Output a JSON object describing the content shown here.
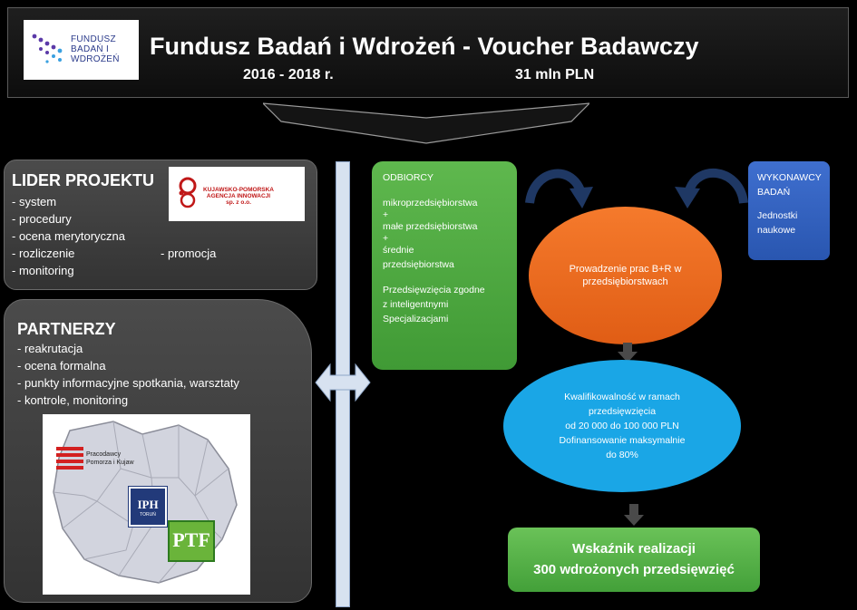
{
  "header": {
    "logo_lines": [
      "FUNDUSZ",
      "BADAŃ I",
      "WDROŻEŃ"
    ],
    "title": "Fundusz Badań i Wdrożeń - Voucher Badawczy",
    "years": "2016 - 2018 r.",
    "budget": "31 mln PLN"
  },
  "lider": {
    "title": "LIDER PROJEKTU",
    "items": [
      "- system",
      "- procedury",
      "- ocena merytoryczna",
      "- rozliczenie",
      "- monitoring"
    ],
    "extra": "- promocja",
    "logo_lines": [
      "KUJAWSKO-POMORSKA",
      "AGENCJA INNOWACJI",
      "sp. z o.o."
    ]
  },
  "partnerzy": {
    "title": "PARTNERZY",
    "items": [
      "- reakrutacja",
      "- ocena formalna",
      "- punkty informacyjne spotkania, warsztaty",
      "- kontrole, monitoring"
    ],
    "logo1_lines": [
      "Pracodawcy",
      "Pomorza i Kujaw"
    ],
    "logo2": "IPH",
    "logo2_sub": "TORUŃ",
    "logo3": "PTF"
  },
  "odbiorcy": {
    "title": "ODBIORCY",
    "lines": [
      "mikroprzedsiębiorstwa",
      "+",
      "małe przedsiębiorstwa",
      "+",
      "średnie",
      "przedsiębiorstwa",
      "",
      "Przedsięwzięcia zgodne",
      "z inteligentnymi",
      "Specjalizacjami"
    ]
  },
  "wykonawcy": {
    "title_lines": [
      "WYKONAWCY",
      "BADAŃ"
    ],
    "lines": [
      "Jednostki",
      "naukowe"
    ]
  },
  "process": {
    "center": "Prowadzenie prac B+R w przedsiębiorstwach",
    "eligibility_lines": [
      "Kwalifikowalność w ramach",
      "przedsięwzięcia",
      "od 20 000 do 100 000 PLN",
      "Dofinansowanie maksymalnie",
      "do 80%"
    ],
    "indicator_lines": [
      "Wskaźnik realizacji",
      "300  wdrożonych przedsięwzięć"
    ]
  },
  "colors": {
    "green": "#4ea83f",
    "blue": "#2f60c0",
    "orange": "#ee6a1f",
    "cyan": "#1aa6e6",
    "arrow": "#1f3864"
  }
}
